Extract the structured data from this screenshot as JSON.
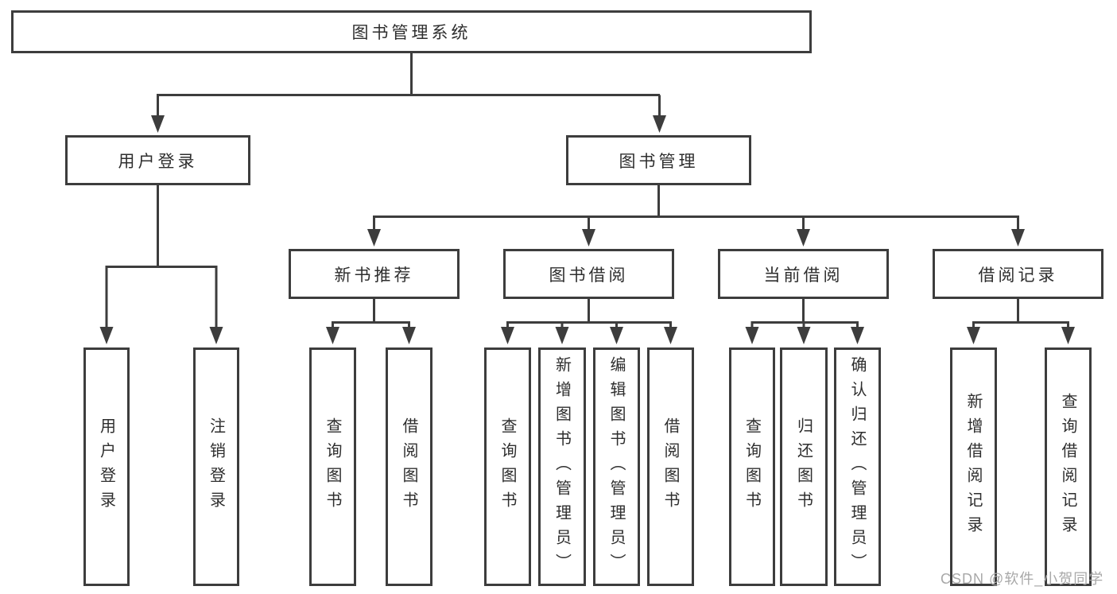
{
  "diagram": {
    "type": "hierarchy-tree",
    "tree": {
      "label": "图书管理系统",
      "children": [
        {
          "label": "用户登录",
          "children": [
            {
              "label": "用户登录"
            },
            {
              "label": "注销登录"
            }
          ]
        },
        {
          "label": "图书管理",
          "children": [
            {
              "label": "新书推荐",
              "children": [
                {
                  "label": "查询图书"
                },
                {
                  "label": "借阅图书"
                }
              ]
            },
            {
              "label": "图书借阅",
              "children": [
                {
                  "label": "查询图书"
                },
                {
                  "label": "新增图书（管理员）"
                },
                {
                  "label": "编辑图书（管理员）"
                },
                {
                  "label": "借阅图书"
                }
              ]
            },
            {
              "label": "当前借阅",
              "children": [
                {
                  "label": "查询图书"
                },
                {
                  "label": "归还图书"
                },
                {
                  "label": "确认归还（管理员）"
                }
              ]
            },
            {
              "label": "借阅记录",
              "children": [
                {
                  "label": "新增借阅记录"
                },
                {
                  "label": "查询借阅记录"
                }
              ]
            }
          ]
        }
      ]
    }
  },
  "watermark": "CSDN @软件_小贺同学",
  "colors": {
    "line": "#3d3d3d",
    "box_border": "#3d3d3d",
    "text": "#2e2e2e",
    "background": "#ffffff",
    "watermark": "#a8a8a8"
  }
}
